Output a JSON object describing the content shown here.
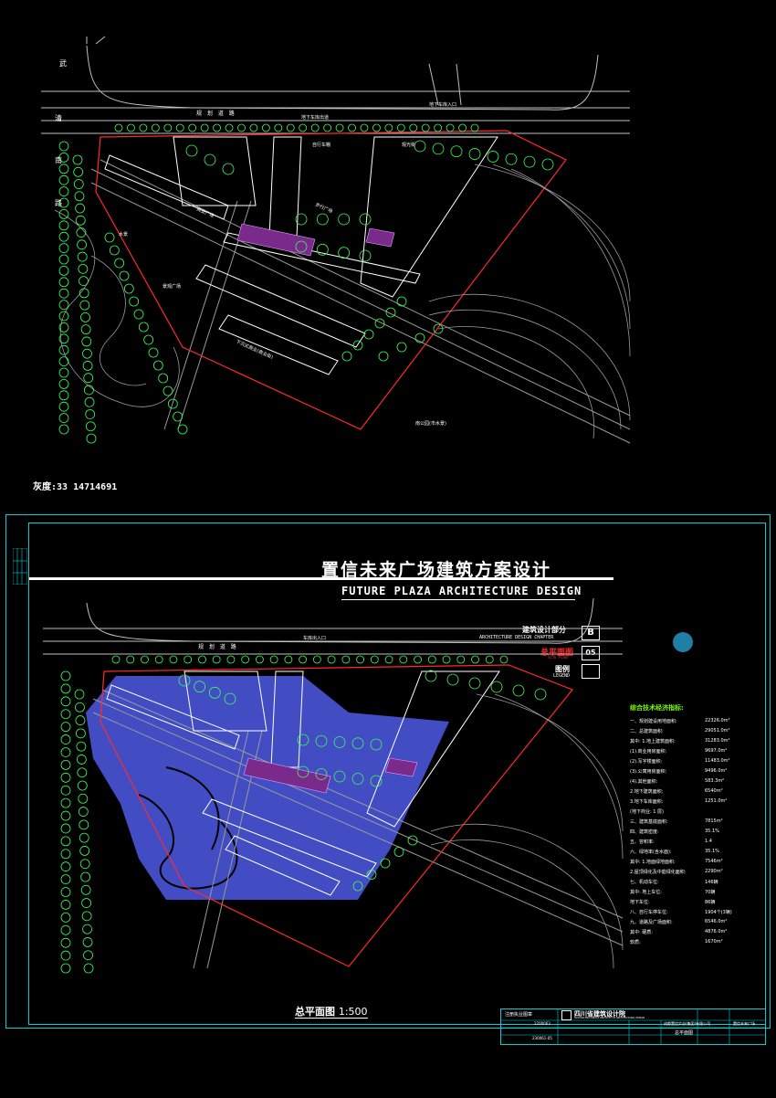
{
  "colors": {
    "background": "#000000",
    "frame": "#00cfd6",
    "tree": "#39ff5a",
    "boundary": "#ff2a2a",
    "building": "#e0a0ff",
    "water": "#4a55d8",
    "compass": "#1f7fa6"
  },
  "top_drawing": {
    "street_labels": [
      "武",
      "清",
      "南",
      "路"
    ],
    "road_label": "规 划 道 路",
    "entrance_label": "地下车库入口",
    "exit_label": "地下车库出道",
    "zone_labels": [
      "水景",
      "景观广场",
      "下沉式商业(商业街)",
      "步行广场",
      "商业广场",
      "自行车棚",
      "观光街"
    ],
    "park_label": "南公园(市水景)",
    "gray_value": "灰度:33  14714691"
  },
  "bottom_drawing": {
    "title_cn": "置信未来广场建筑方案设计",
    "title_en": "FUTURE PLAZA ARCHITECTURE DESIGN",
    "section_cn": "建筑设计部分",
    "section_en": "ARCHITECTURE DESIGN CHAPTER",
    "chapter_letter": "B",
    "chapter_number": "05",
    "plan_name_red": "总平面图",
    "plan_name_en": "SITE PLAN",
    "legend_cn": "图例",
    "legend_en": "LEGEND",
    "road_label": "规 划 道 路",
    "entrance_label": "车库出入口",
    "drawing_caption": "总平面图",
    "drawing_scale": "1:500",
    "stats_title": "综合技术经济指标:",
    "stats": [
      {
        "label": "一、规划建设用地面积:",
        "value": "22326.0m²"
      },
      {
        "label": "二、总建筑面积:",
        "value": "29051.0m²"
      },
      {
        "label": "其中: 1.地上建筑面积:",
        "value": "31283.0m²"
      },
      {
        "label": "(1).商业用房面积:",
        "value": "9697.0m²"
      },
      {
        "label": "(2).写字楼面积:",
        "value": "11483.0m²"
      },
      {
        "label": "(3).公寓用房面积:",
        "value": "9496.0m²"
      },
      {
        "label": "(4).其他面积:",
        "value": "583.3m²"
      },
      {
        "label": "2.地下建筑面积:",
        "value": "6540m²"
      },
      {
        "label": "3.地下车库面积:",
        "value": "1251.0m²"
      },
      {
        "label": "(地下商业: 1 层)",
        "value": ""
      },
      {
        "label": "三、建筑基底面积:",
        "value": "7815m²"
      },
      {
        "label": "四、建筑密度:",
        "value": "35.1%"
      },
      {
        "label": "五、容积率:",
        "value": "1.4"
      },
      {
        "label": "六、绿地率(含水面):",
        "value": "35.1%"
      },
      {
        "label": "其中: 1.地面绿地面积:",
        "value": "7546m²"
      },
      {
        "label": "2.屋顶绿化及中庭绿化面积:",
        "value": "2290m²"
      },
      {
        "label": "七、机动车位:",
        "value": "146辆"
      },
      {
        "label": "其中: 地上车位:",
        "value": "70辆"
      },
      {
        "label": "地下车位:",
        "value": "86辆"
      },
      {
        "label": "八、自行车停车位:",
        "value": "1904个(3辆)"
      },
      {
        "label": "九、道路及广场面积:",
        "value": "6546.0m²"
      },
      {
        "label": "其中: 硬质:",
        "value": "4876.0m²"
      },
      {
        "label": "软质:",
        "value": "1670m²"
      }
    ],
    "title_block": {
      "institute_cn": "四川省建筑设计院",
      "institute_en": "SICHUAN PROVINCIAL INSTITUTE OF ARCHITECTURAL DESIGN",
      "client": "成都置信实业(集团)有限公司",
      "project": "置信未来广场",
      "drawing": "总平面图",
      "stamp_label": "注册执业图章",
      "project_no": "2200063",
      "drawing_no": "230061-05"
    }
  }
}
